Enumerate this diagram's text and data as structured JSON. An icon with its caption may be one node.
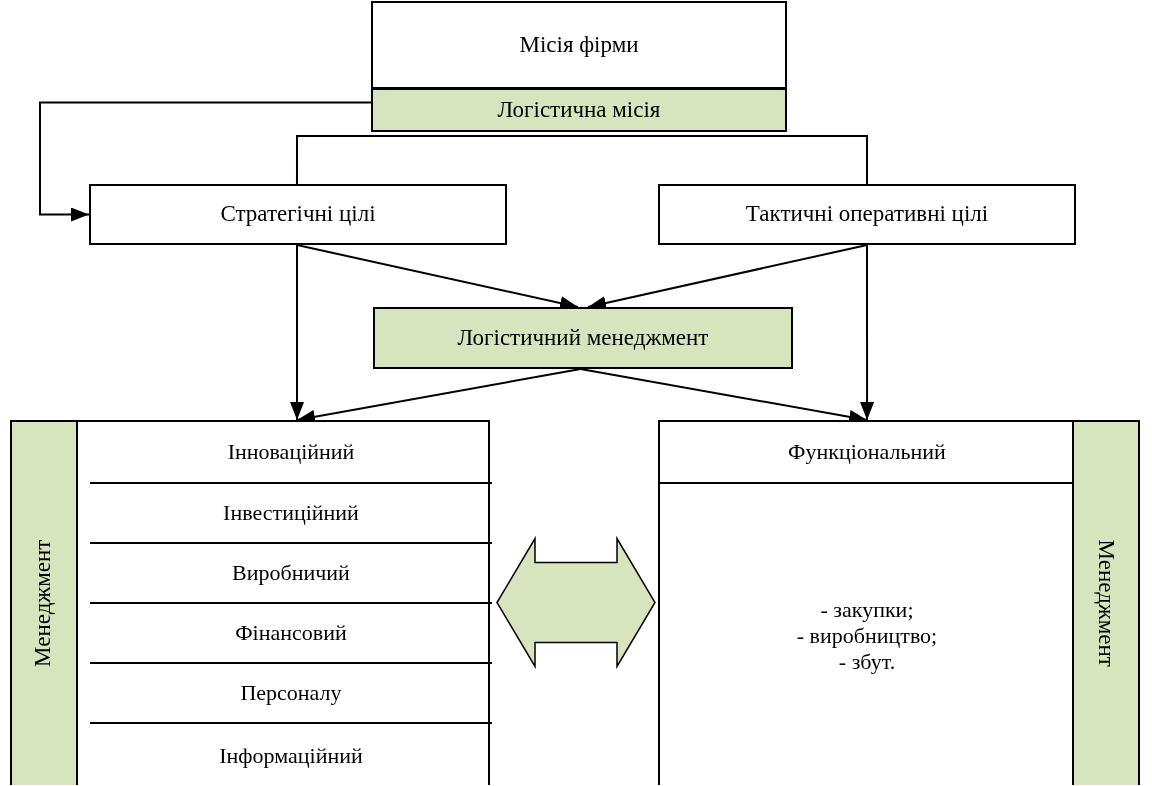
{
  "diagram": {
    "nodes": [
      {
        "text": [
          "Місія фірми"
        ]
      },
      {
        "text": [
          "Логістична місія"
        ]
      },
      {
        "text": [
          "Стратегічні цілі"
        ]
      },
      {
        "text": [
          "Тактичні оперативні цілі"
        ]
      },
      {
        "text": [
          "Логістичний менеджмент"
        ]
      },
      {
        "text": [
          "Менеджмент"
        ]
      },
      {
        "text": [
          "Інноваційний"
        ],
        "in": 5
      },
      {
        "text": [
          "Інвестиційний"
        ],
        "in": 5
      },
      {
        "text": [
          "Виробничий"
        ],
        "in": 5
      },
      {
        "text": [
          "Фінансовий"
        ],
        "in": 5
      },
      {
        "text": [
          "Персоналу"
        ],
        "in": 5
      },
      {
        "text": [
          "Інформаційний"
        ],
        "in": 5
      },
      {
        "text": [
          "Менеджмент"
        ]
      },
      {
        "text": [
          "Функціональний"
        ],
        "in": 12
      },
      {
        "text": [
          "- закупки;",
          "- виробництво;",
          "- збут."
        ],
        "in": 12
      }
    ],
    "edges": [
      {
        "from": 1,
        "to": 2,
        "arrow": "to"
      },
      {
        "from": 2,
        "to": 3,
        "arrow": "none"
      },
      {
        "from": 2,
        "to": 4,
        "arrow": "to"
      },
      {
        "from": 3,
        "to": 4,
        "arrow": "to"
      },
      {
        "from": 2,
        "to": 6,
        "arrow": "to"
      },
      {
        "from": 3,
        "to": 13,
        "arrow": "to"
      },
      {
        "from": 4,
        "to": 6,
        "arrow": "to"
      },
      {
        "from": 4,
        "to": 13,
        "arrow": "to"
      },
      {
        "from": 5,
        "to": 12,
        "arrow": "both",
        "style": "thick"
      }
    ]
  }
}
